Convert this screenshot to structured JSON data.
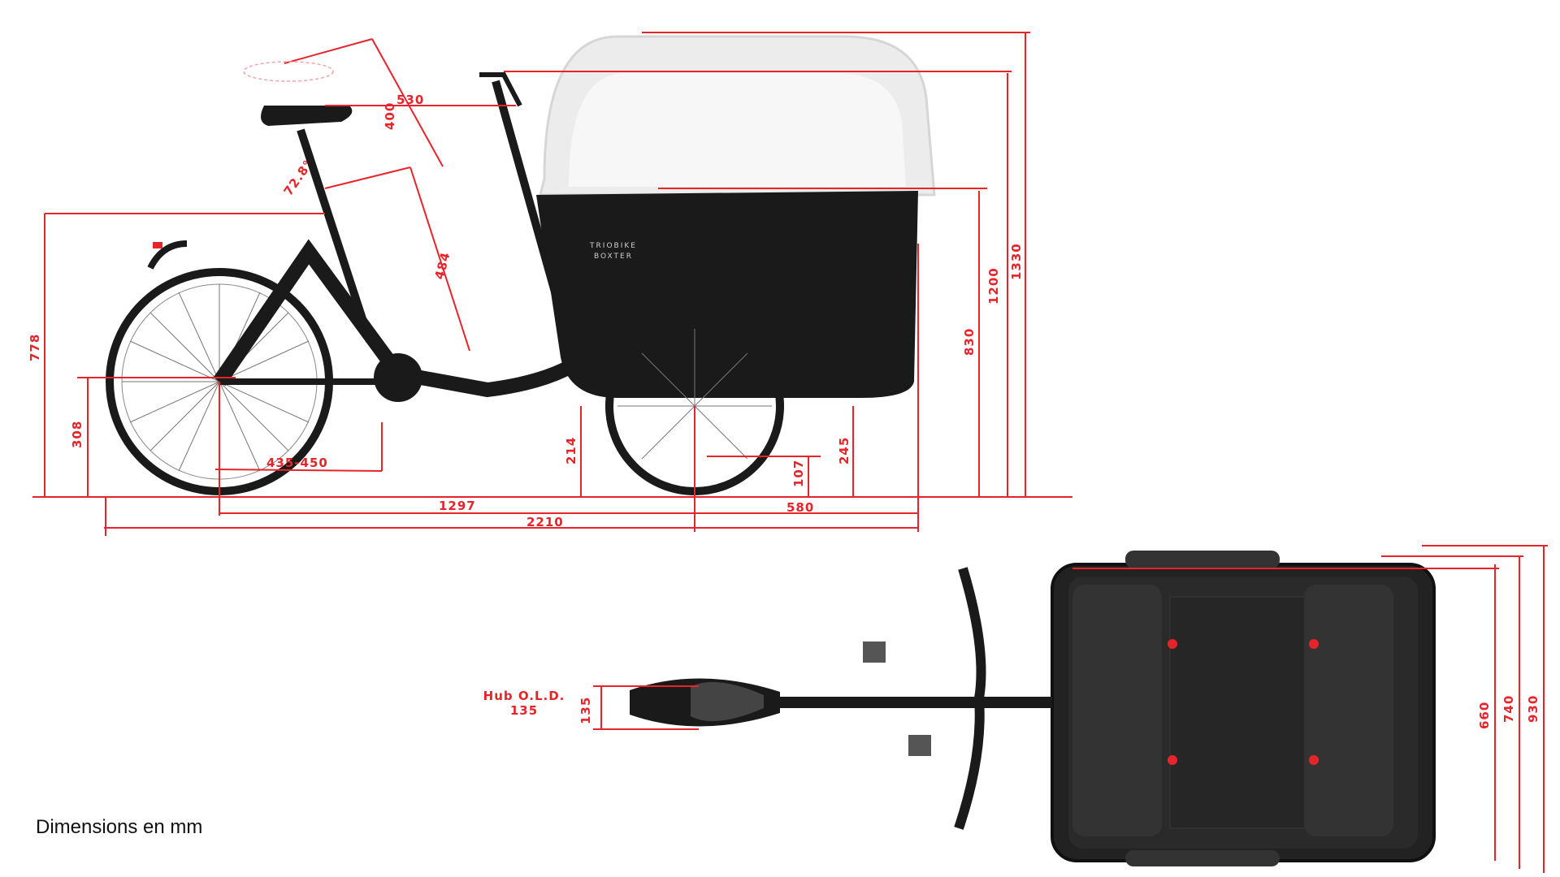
{
  "caption": "Dimensions en mm",
  "brand_text": {
    "line1": "TRIOBIKE",
    "line2": "BOXTER"
  },
  "colors": {
    "dimension_red": "#e8242b",
    "frame": "#1c1c1c",
    "canopy": "#e9e9e9",
    "background": "#ffffff"
  },
  "side_view": {
    "dimensions": {
      "saddle_reach": "530",
      "seatpost_extension": "400",
      "seat_angle": "72.8°",
      "seat_tube": "484",
      "standover_height": "778",
      "rear_axle_height": "308",
      "crank_offset": "435-450",
      "ground_clearance_frame": "214",
      "front_axle_height": "107",
      "box_bottom_height": "245",
      "box_top_height": "830",
      "handlebar_height": "1200",
      "canopy_height": "1330",
      "wheelbase": "1297",
      "front_overhang": "580",
      "total_length": "2210"
    }
  },
  "top_view": {
    "hub_label": "Hub O.L.D.",
    "hub_value": "135",
    "hub_dim": "135",
    "box_inner_width": "660",
    "box_outer_width": "740",
    "total_width": "930"
  }
}
